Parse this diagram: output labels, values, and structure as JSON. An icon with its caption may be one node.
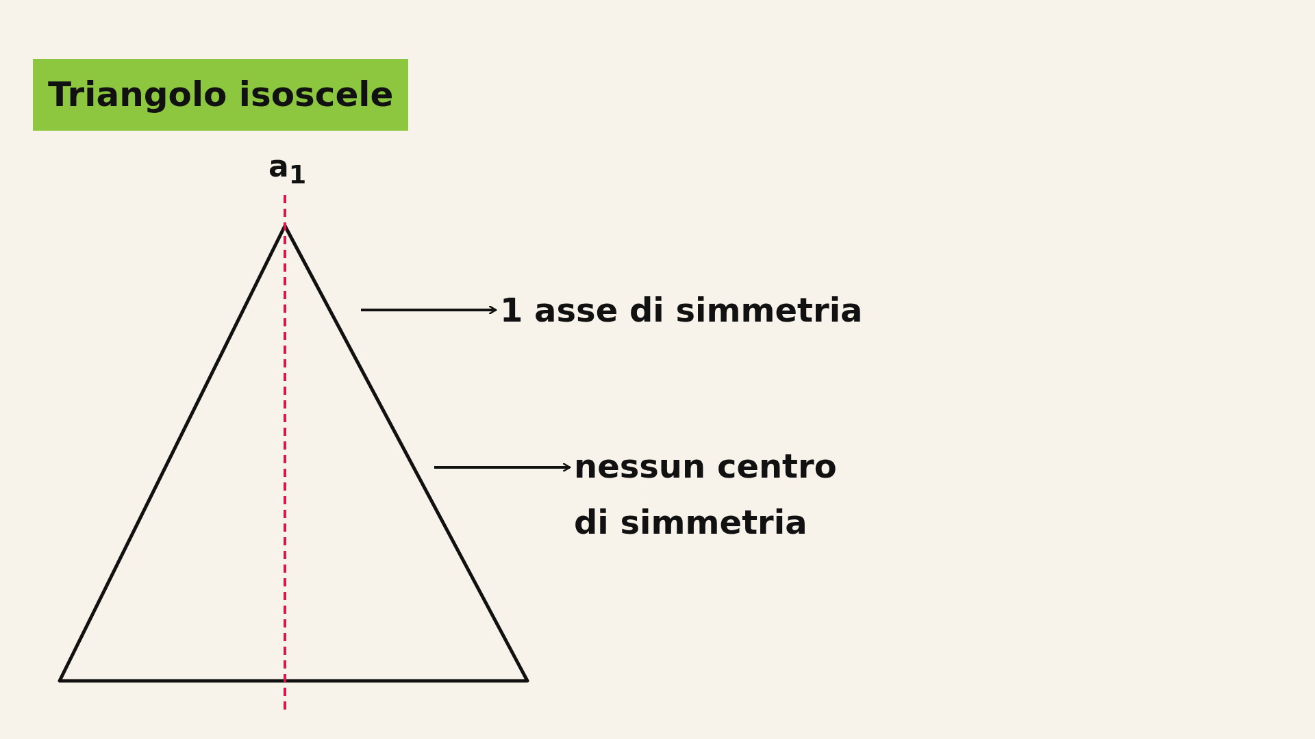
{
  "diagram": {
    "title": "Triangolo isoscele",
    "nodes": [
      {
        "text": [
          "1 asse di simmetria"
        ]
      },
      {
        "text": [
          "nessun centro di simmetria"
        ]
      }
    ],
    "edges": [
      {
        "from": null,
        "to": 0,
        "arrow": "to"
      },
      {
        "from": null,
        "to": 1,
        "arrow": "to"
      }
    ],
    "labels": [
      "a$_{1}$"
    ]
  }
}
